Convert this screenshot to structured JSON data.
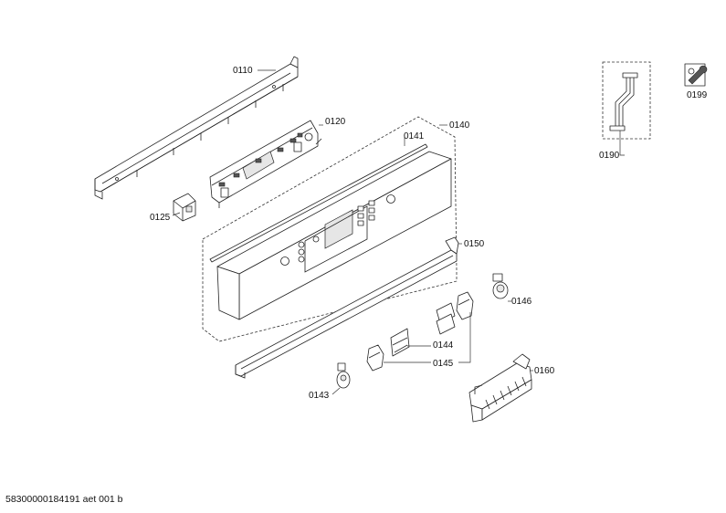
{
  "callouts": {
    "p0110": "0110",
    "p0120": "0120",
    "p0125": "0125",
    "p0140": "0140",
    "p0141": "0141",
    "p0143": "0143",
    "p0144": "0144",
    "p0145": "0145",
    "p0146": "0146",
    "p0150": "0150",
    "p0160": "0160",
    "p0190": "0190",
    "p0199": "0199"
  },
  "footer": {
    "drawing_id": "58300000184191 aet 001 b"
  },
  "icons": {
    "service_icon": "wrench-icon"
  }
}
